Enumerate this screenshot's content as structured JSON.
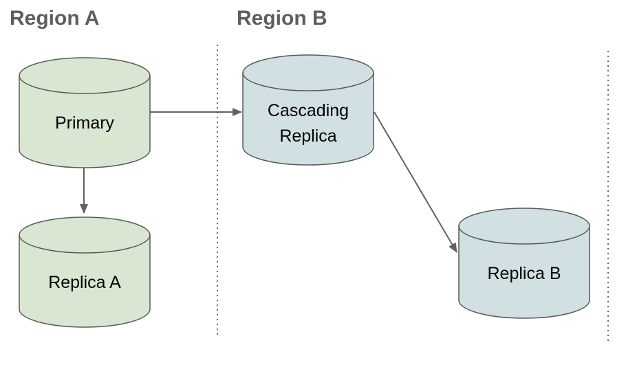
{
  "diagram": {
    "regions": [
      {
        "id": "region-a",
        "label": "Region A"
      },
      {
        "id": "region-b",
        "label": "Region B"
      }
    ],
    "nodes": [
      {
        "id": "primary",
        "label": "Primary",
        "region": "Region A",
        "shape": "database-cylinder",
        "fill": "#d9e7d2"
      },
      {
        "id": "replica-a",
        "label": "Replica A",
        "region": "Region A",
        "shape": "database-cylinder",
        "fill": "#d9e7d2"
      },
      {
        "id": "cascading-replica",
        "label": "Cascading Replica",
        "region": "Region B",
        "shape": "database-cylinder",
        "fill": "#d0e0e3"
      },
      {
        "id": "replica-b",
        "label": "Replica B",
        "region": "Region B",
        "shape": "database-cylinder",
        "fill": "#d0e0e3"
      }
    ],
    "edges": [
      {
        "from": "Primary",
        "to": "Cascading Replica",
        "style": "solid-arrow"
      },
      {
        "from": "Primary",
        "to": "Replica A",
        "style": "solid-arrow"
      },
      {
        "from": "Cascading Replica",
        "to": "Replica B",
        "style": "solid-arrow"
      }
    ],
    "colors": {
      "region_a_node_fill": "#d9e7d2",
      "region_b_node_fill": "#d0e0e3",
      "shape_stroke": "#595959",
      "connector_stroke": "#616161",
      "divider_stroke": "#666666",
      "region_label_text": "#5e5e5e",
      "node_label_text": "#000000",
      "background": "#ffffff"
    }
  }
}
